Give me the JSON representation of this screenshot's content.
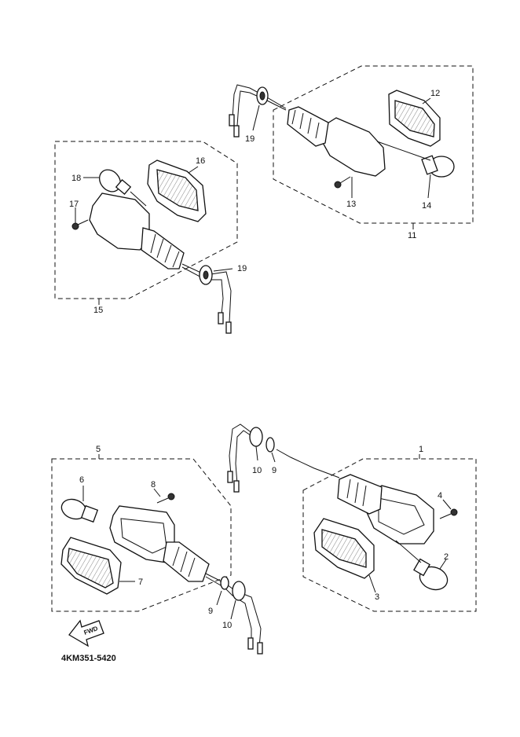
{
  "callouts": {
    "c1": "1",
    "c2": "2",
    "c3": "3",
    "c4": "4",
    "c5": "5",
    "c6": "6",
    "c7": "7",
    "c8": "8",
    "c9a": "9",
    "c9b": "9",
    "c10a": "10",
    "c10b": "10",
    "c11": "11",
    "c12": "12",
    "c13": "13",
    "c14": "14",
    "c15": "15",
    "c16": "16",
    "c17": "17",
    "c18": "18",
    "c19a": "19",
    "c19b": "19"
  },
  "forward_arrow": {
    "label": "FWD",
    "icon": "forward-arrow-icon"
  },
  "diagram_code": "4KM351-5420"
}
